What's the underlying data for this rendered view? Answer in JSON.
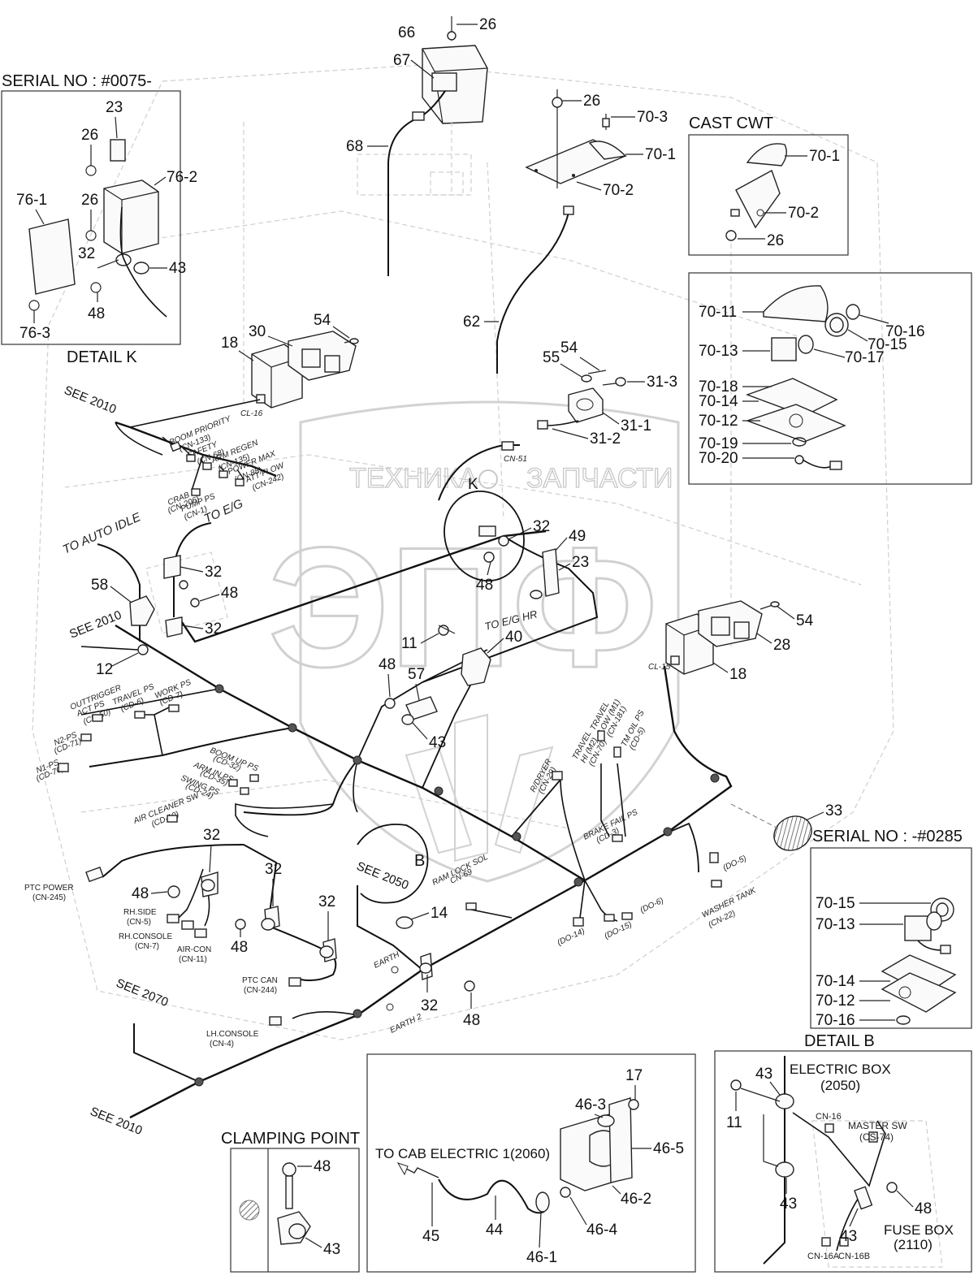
{
  "watermark": {
    "brand_top": "ТЕХНИКА",
    "brand_top2": "ЗАПЧАСТИ",
    "brand_big": "ЭПФ"
  },
  "detail_k": {
    "serial": "SERIAL NO : #0075-",
    "title": "DETAIL K",
    "labels": [
      "23",
      "26",
      "76-2",
      "26",
      "76-1",
      "32",
      "43",
      "48",
      "76-3"
    ]
  },
  "cast_cwt": {
    "title": "CAST CWT",
    "labels": [
      "70-1",
      "70-2",
      "26"
    ]
  },
  "lamp_detail": {
    "labels": [
      "70-11",
      "70-16",
      "70-15",
      "70-17",
      "70-13",
      "70-18",
      "70-14",
      "70-12",
      "70-19",
      "70-20"
    ]
  },
  "detail_b": {
    "serial": "SERIAL NO : -#0285",
    "title": "DETAIL B",
    "labels": [
      "70-15",
      "70-13",
      "70-14",
      "70-12",
      "70-16"
    ]
  },
  "clamping_point": {
    "title": "CLAMPING POINT",
    "labels": [
      "48",
      "43"
    ]
  },
  "cab_electric": {
    "title": "TO CAB ELECTRIC 1(2060)",
    "labels": [
      "17",
      "46-3",
      "46-5",
      "46-2",
      "46-4",
      "45",
      "44",
      "46-1"
    ]
  },
  "electric_box": {
    "title": "ELECTRIC BOX",
    "title_ref": "(2050)",
    "master_sw": "MASTER SW",
    "master_sw_ref": "(CS-74)",
    "fuse_box": "FUSE BOX",
    "fuse_box_ref": "(2110)",
    "cn16": "CN-16",
    "cn16a": "CN-16A",
    "cn16b": "CN-16B",
    "labels": [
      "43",
      "11",
      "43",
      "48",
      "43"
    ]
  },
  "main_labels": {
    "p66": "66",
    "p26a": "26",
    "p67": "67",
    "p68": "68",
    "p26b": "26",
    "p70_3": "70-3",
    "p70_1": "70-1",
    "p70_2": "70-2",
    "p62": "62",
    "p54a": "54",
    "p30": "30",
    "p18a": "18",
    "p54b": "54",
    "p55": "55",
    "p31_3": "31-3",
    "p31_1": "31-1",
    "p31_2": "31-2",
    "pk": "K",
    "p32a": "32",
    "p49": "49",
    "p23": "23",
    "p48a": "48",
    "p40": "40",
    "p11": "11",
    "p58": "58",
    "p32b": "32",
    "p48b": "48",
    "p32c": "32",
    "p12": "12",
    "p48c": "48",
    "p57": "57",
    "p43": "43",
    "p54c": "54",
    "p28": "28",
    "p18b": "18",
    "p33": "33",
    "p32d": "32",
    "p48d": "48",
    "p32e": "32",
    "p32f": "32",
    "p48e": "48",
    "pb": "B",
    "p14": "14",
    "p32g": "32",
    "p48f": "48"
  },
  "connectors": {
    "boom_priority": "BOOM PRIORITY",
    "boom_priority_ref": "(CN-133)",
    "safety": "SAFETY",
    "safety_ref": "(CN-68)",
    "arm_regen": "ARM REGEN",
    "arm_regen_ref": "(CN-135)",
    "power_max": "POWER MAX",
    "power_max_ref": "(CN-88)",
    "att_flow": "ATT FLOW",
    "att_flow_ref": "(CN-242)",
    "crab": "CRAB",
    "crab_ref": "(CN-206)",
    "pump_ps": "PUMP PS",
    "pump_ps_ref": "(CN-1)",
    "cl16": "CL-16",
    "cn51": "CN-51",
    "cl15": "CL-15",
    "to_auto_idle": "TO AUTO IDLE",
    "to_eg": "TO E/G",
    "to_eg_hr": "TO E/G HR",
    "outrigger": "OUTTRIGGER",
    "outrigger2": "ACT PS",
    "outrigger_ref": "(CD-50)",
    "travel_ps": "TRAVEL PS",
    "travel_ps_ref": "(CD-6)",
    "work_ps": "WORK PS",
    "work_ps_ref": "(CD-7)",
    "n2_ps": "N2-PS",
    "n2_ps_ref": "(CD-71)",
    "n1_ps": "N1-PS",
    "n1_ps_ref": "(CD-70)",
    "boom_up": "BOOM UP PS",
    "boom_up_ref": "(CD-32)",
    "arm_in": "ARM IN PS",
    "arm_in_ref": "(CD-35)",
    "swing_ps": "SWING PS",
    "swing_ps_ref": "(CD-24)",
    "air_cleaner": "AIR CLEANER SW",
    "air_cleaner_ref": "(CD-10)",
    "ptc_power": "PTC POWER",
    "ptc_power_ref": "(CN-245)",
    "rh_side": "RH.SIDE",
    "rh_side_ref": "(CN-5)",
    "rh_console": "RH.CONSOLE",
    "rh_console_ref": "(CN-7)",
    "air_con": "AIR-CON",
    "air_con_ref": "(CN-11)",
    "ptc_can": "PTC CAN",
    "ptc_can_ref": "(CN-244)",
    "lh_console": "LH.CONSOLE",
    "lh_console_ref": "(CN-4)",
    "earth": "EARTH",
    "earth2": "EARTH 2",
    "ram_lock": "RAM LOCK SOL",
    "ram_lock_ref": "CN-69",
    "r_dryer": "R/DRYER",
    "r_dryer_ref": "(CN-29)",
    "travel_hi": "TRAVEL",
    "travel_hi2": "HI (M2)",
    "travel_hi_ref": "(CN-70)",
    "travel_low": "TRAVEL",
    "travel_low2": "LOW (M1)",
    "travel_low_ref": "(CN-181)",
    "tm_oil": "TM OIL PS",
    "tm_oil_ref": "(CD-5)",
    "brake_fail": "BRAKE FAIL PS",
    "brake_fail_ref": "(CD-3)",
    "washer_tank": "WASHER TANK",
    "washer_tank_ref": "(CN-22)",
    "do5": "(DO-5)",
    "do6": "(DO-6)",
    "do14": "(DO-14)",
    "do15": "(DO-15)"
  },
  "see_refs": {
    "s2010a": "SEE 2010",
    "s2010b": "SEE 2010",
    "s2050": "SEE 2050",
    "s2070": "SEE 2070",
    "s2010c": "SEE 2010"
  }
}
